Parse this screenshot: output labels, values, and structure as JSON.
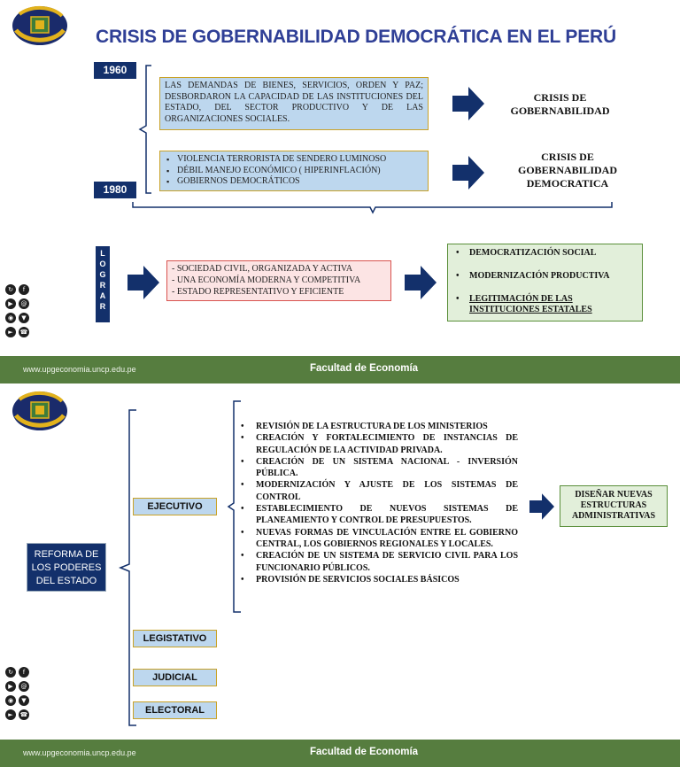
{
  "slide1": {
    "title": "CRISIS DE GOBERNABILIDAD DEMOCRÁTICA EN EL PERÚ",
    "year_start": "1960",
    "year_end": "1980",
    "box1_text": "LAS DEMANDAS DE BIENES, SERVICIOS, ORDEN Y PAZ; DESBORDARON LA CAPACIDAD DE LAS INSTITUCIONES DEL ESTADO, DEL SECTOR PRODUCTIVO Y DE LAS ORGANIZACIONES SOCIALES.",
    "result1": "CRISIS DE GOBERNABILIDAD",
    "box2_items": [
      "VIOLENCIA TERRORISTA DE SENDERO LUMINOSO",
      "DÉBIL MANEJO ECONÓMICO ( HIPERINFLACIÓN)",
      "GOBIERNOS DEMOCRÁTICOS"
    ],
    "result2": "CRISIS DE GOBERNABILIDAD DEMOCRATICA",
    "lograr_letters": [
      "L",
      "O",
      "G",
      "R",
      "A",
      "R"
    ],
    "pink_items": [
      "- SOCIEDAD CIVIL, ORGANIZADA Y ACTIVA",
      "- UNA ECONOMÍA MODERNA Y COMPETITIVA",
      "- ESTADO REPRESENTATIVO Y EFICIENTE"
    ],
    "green_items": [
      "DEMOCRATIZACIÓN SOCIAL",
      "MODERNIZACIÓN PRODUCTIVA",
      "LEGITIMACIÓN DE LAS INSTITUCIONES ESTATALES"
    ]
  },
  "footer": {
    "url": "www.upgeconomia.uncp.edu.pe",
    "faculty": "Facultad de Economía"
  },
  "slide2": {
    "reform_label": "REFORMA DE LOS PODERES DEL ESTADO",
    "branches": [
      "EJECUTIVO",
      "LEGISTATIVO",
      "JUDICIAL",
      "ELECTORAL"
    ],
    "exec_items": [
      "REVISIÓN DE LA ESTRUCTURA DE LOS MINISTERIOS",
      "CREACIÓN Y FORTALECIMIENTO DE INSTANCIAS DE REGULACIÓN DE LA ACTIVIDAD PRIVADA.",
      "CREACIÓN DE UN SISTEMA NACIONAL - INVERSIÓN PÚBLICA.",
      "MODERNIZACIÓN Y AJUSTE DE LOS SISTEMAS DE CONTROL",
      "ESTABLECIMIENTO DE NUEVOS SISTEMAS DE PLANEAMIENTO Y CONTROL DE PRESUPUESTOS.",
      "NUEVAS FORMAS DE VINCULACIÓN ENTRE EL GOBIERNO CENTRAL, LOS GOBIERNOS REGIONALES Y LOCALES.",
      "CREACIÓN DE UN SISTEMA DE SERVICIO CIVIL PARA LOS FUNCIONARIO PÚBLICOS.",
      "PROVISIÓN DE SERVICIOS SOCIALES BÁSICOS"
    ],
    "result": "DISEÑAR NUEVAS ESTRUCTURAS ADMINISTRATIVAS"
  },
  "colors": {
    "title": "#2f3f96",
    "navy": "#13306b",
    "footer_green": "#567d3f",
    "light_blue": "#bdd7ee",
    "light_green": "#e2efda"
  },
  "icons": [
    "university-logo-icon",
    "arrow-right-icon",
    "social-media-icons"
  ]
}
